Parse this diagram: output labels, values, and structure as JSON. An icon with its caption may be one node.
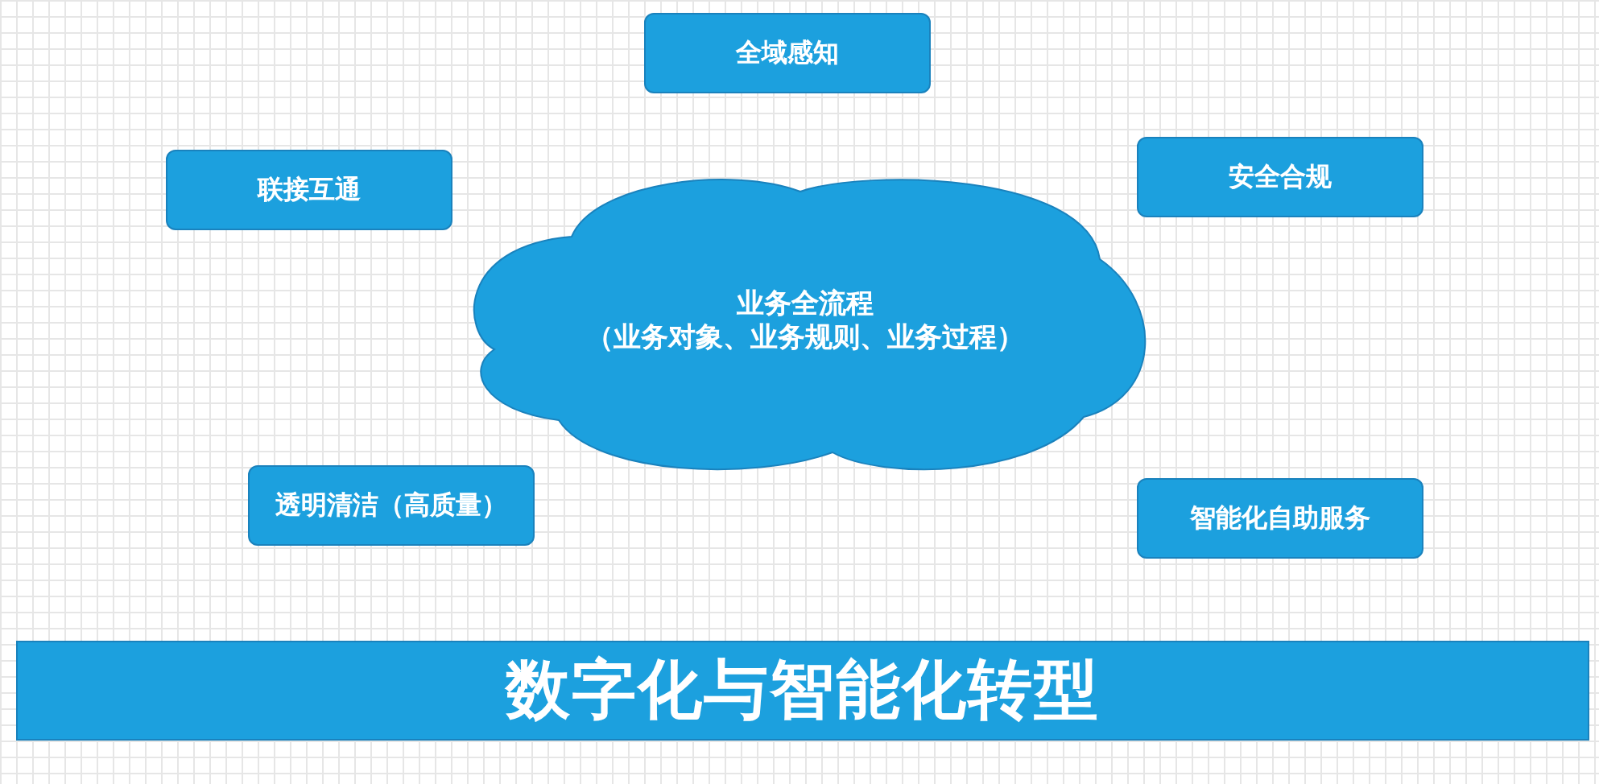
{
  "diagram": {
    "nodes": [
      {
        "text": [
          "全域感知"
        ]
      },
      {
        "text": [
          "联接互通"
        ]
      },
      {
        "text": [
          "安全合规"
        ]
      },
      {
        "text": [
          "业务全流程",
          "（业务对象、业务规则、业务过程）"
        ]
      },
      {
        "text": [
          "透明清洁（高质量）"
        ]
      },
      {
        "text": [
          "智能化自助服务"
        ]
      },
      {
        "text": [
          "数字化与智能化转型"
        ]
      }
    ]
  }
}
